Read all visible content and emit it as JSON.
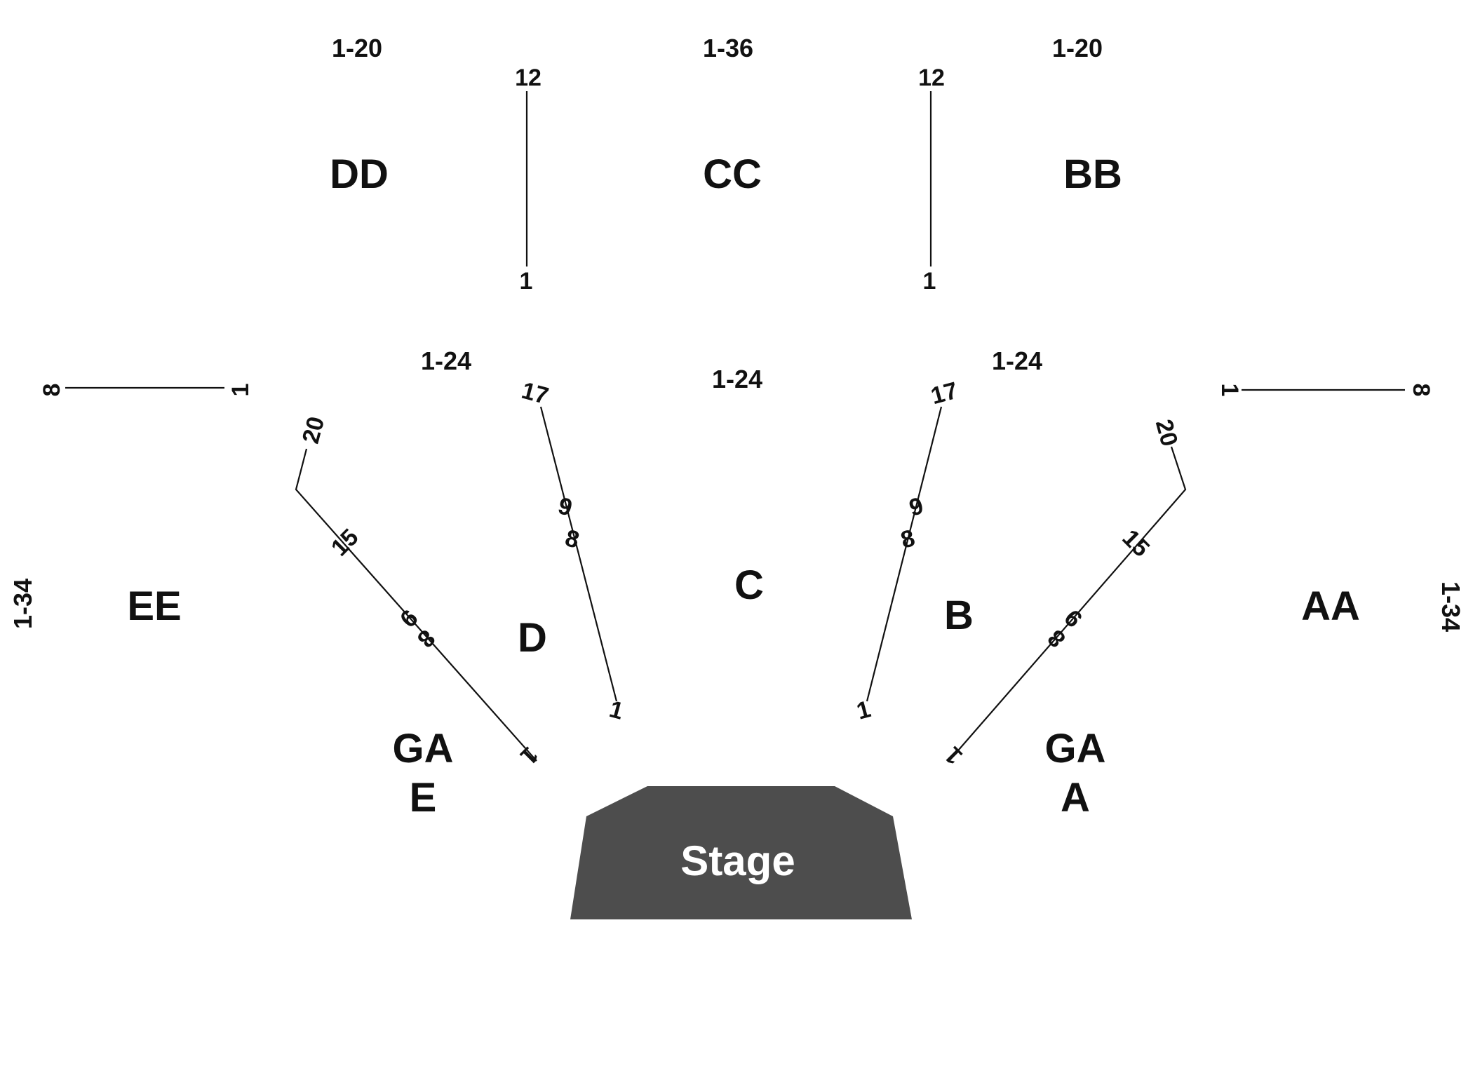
{
  "stage": {
    "label": "Stage",
    "color": "#4d4d4d",
    "text_color": "#ffffff"
  },
  "sections": {
    "dd": "DD",
    "cc": "CC",
    "bb": "BB",
    "ee": "EE",
    "d": "D",
    "c": "C",
    "b": "B",
    "aa": "AA",
    "ga_e_line1": "GA",
    "ga_e_line2": "E",
    "ga_a_line1": "GA",
    "ga_a_line2": "A"
  },
  "seat_ranges": {
    "dd": "1-20",
    "cc": "1-36",
    "bb": "1-20",
    "d": "1-24",
    "c": "1-24",
    "b": "1-24",
    "ee": "1-34",
    "aa": "1-34"
  },
  "row_labels": {
    "dd_cc_top": "12",
    "dd_cc_bottom": "1",
    "cc_bb_top": "12",
    "cc_bb_bottom": "1",
    "ee_upper_left": "8",
    "ee_upper_right": "1",
    "aa_upper_left": "1",
    "aa_upper_right": "8",
    "ee_d_20": "20",
    "ee_d_15": "15",
    "ee_d_9": "9",
    "ee_d_8": "8",
    "ee_d_1": "1",
    "d_c_17": "17",
    "d_c_9": "9",
    "d_c_8": "8",
    "d_c_1": "1",
    "c_b_17": "17",
    "c_b_9": "9",
    "c_b_8": "8",
    "c_b_1": "1",
    "b_aa_20": "20",
    "b_aa_15": "15",
    "b_aa_9": "9",
    "b_aa_8": "8",
    "b_aa_1": "1"
  }
}
